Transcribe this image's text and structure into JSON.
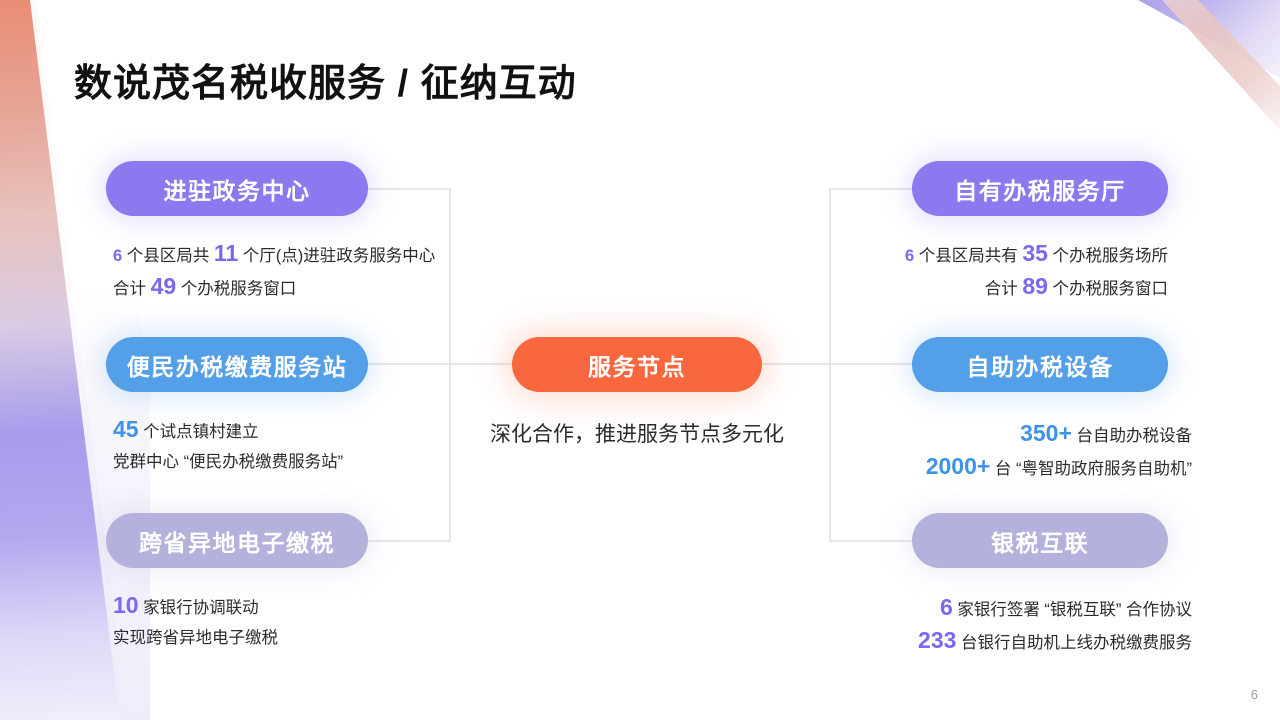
{
  "slide": {
    "title": "数说茂名税收服务 / 征纳互动",
    "page_number": "6",
    "colors": {
      "purple": "#8b79f0",
      "blue": "#54a0e8",
      "lavender": "#b4b2dc",
      "orange": "#f9673e",
      "number_purple": "#7b68ee",
      "number_blue": "#3d93e8",
      "title": "#111111",
      "body_text": "#2b2b2b",
      "connector_line": "#d8d8dd",
      "page_number": "#9a9a9a"
    }
  },
  "center": {
    "label": "服务节点",
    "description": "深化合作，推进服务节点多元化"
  },
  "left_branches": [
    {
      "label": "进驻政务中心",
      "style": "purple",
      "lines": [
        {
          "segments": [
            {
              "text": "6",
              "kind": "number",
              "accent": "purple",
              "size": "sm"
            },
            {
              "text": " 个县区局共 ",
              "kind": "text"
            },
            {
              "text": "11",
              "kind": "number",
              "accent": "purple",
              "size": "lg"
            },
            {
              "text": " 个厅(点)进驻政务服务中心",
              "kind": "text"
            }
          ]
        },
        {
          "segments": [
            {
              "text": "合计 ",
              "kind": "text"
            },
            {
              "text": "49",
              "kind": "number",
              "accent": "purple",
              "size": "lg"
            },
            {
              "text": " 个办税服务窗口",
              "kind": "text"
            }
          ]
        }
      ]
    },
    {
      "label": "便民办税缴费服务站",
      "style": "blue",
      "lines": [
        {
          "segments": [
            {
              "text": "45",
              "kind": "number",
              "accent": "blue",
              "size": "lg"
            },
            {
              "text": " 个试点镇村建立",
              "kind": "text"
            }
          ]
        },
        {
          "segments": [
            {
              "text": "党群中心 “便民办税缴费服务站”",
              "kind": "text"
            }
          ]
        }
      ]
    },
    {
      "label": "跨省异地电子缴税",
      "style": "lavender",
      "lines": [
        {
          "segments": [
            {
              "text": "10",
              "kind": "number",
              "accent": "purple",
              "size": "lg"
            },
            {
              "text": " 家银行协调联动",
              "kind": "text"
            }
          ]
        },
        {
          "segments": [
            {
              "text": "实现跨省异地电子缴税",
              "kind": "text"
            }
          ]
        }
      ]
    }
  ],
  "right_branches": [
    {
      "label": "自有办税服务厅",
      "style": "purple",
      "lines": [
        {
          "segments": [
            {
              "text": "6",
              "kind": "number",
              "accent": "purple",
              "size": "sm"
            },
            {
              "text": " 个县区局共有 ",
              "kind": "text"
            },
            {
              "text": "35",
              "kind": "number",
              "accent": "purple",
              "size": "lg"
            },
            {
              "text": " 个办税服务场所",
              "kind": "text"
            }
          ]
        },
        {
          "segments": [
            {
              "text": "合计 ",
              "kind": "text"
            },
            {
              "text": "89",
              "kind": "number",
              "accent": "purple",
              "size": "lg"
            },
            {
              "text": " 个办税服务窗口",
              "kind": "text"
            }
          ]
        }
      ]
    },
    {
      "label": "自助办税设备",
      "style": "blue",
      "lines": [
        {
          "segments": [
            {
              "text": "350+",
              "kind": "number",
              "accent": "blue",
              "size": "lg"
            },
            {
              "text": " 台自助办税设备",
              "kind": "text"
            }
          ]
        },
        {
          "segments": [
            {
              "text": "2000+",
              "kind": "number",
              "accent": "blue",
              "size": "lg"
            },
            {
              "text": " 台 “粤智助政府服务自助机”",
              "kind": "text"
            }
          ]
        }
      ]
    },
    {
      "label": "银税互联",
      "style": "lavender",
      "lines": [
        {
          "segments": [
            {
              "text": "6",
              "kind": "number",
              "accent": "purple",
              "size": "lg"
            },
            {
              "text": " 家银行签署 “银税互联” 合作协议",
              "kind": "text"
            }
          ]
        },
        {
          "segments": [
            {
              "text": "233",
              "kind": "number",
              "accent": "purple",
              "size": "lg"
            },
            {
              "text": " 台银行自助机上线办税缴费服务",
              "kind": "text"
            }
          ]
        }
      ]
    }
  ]
}
